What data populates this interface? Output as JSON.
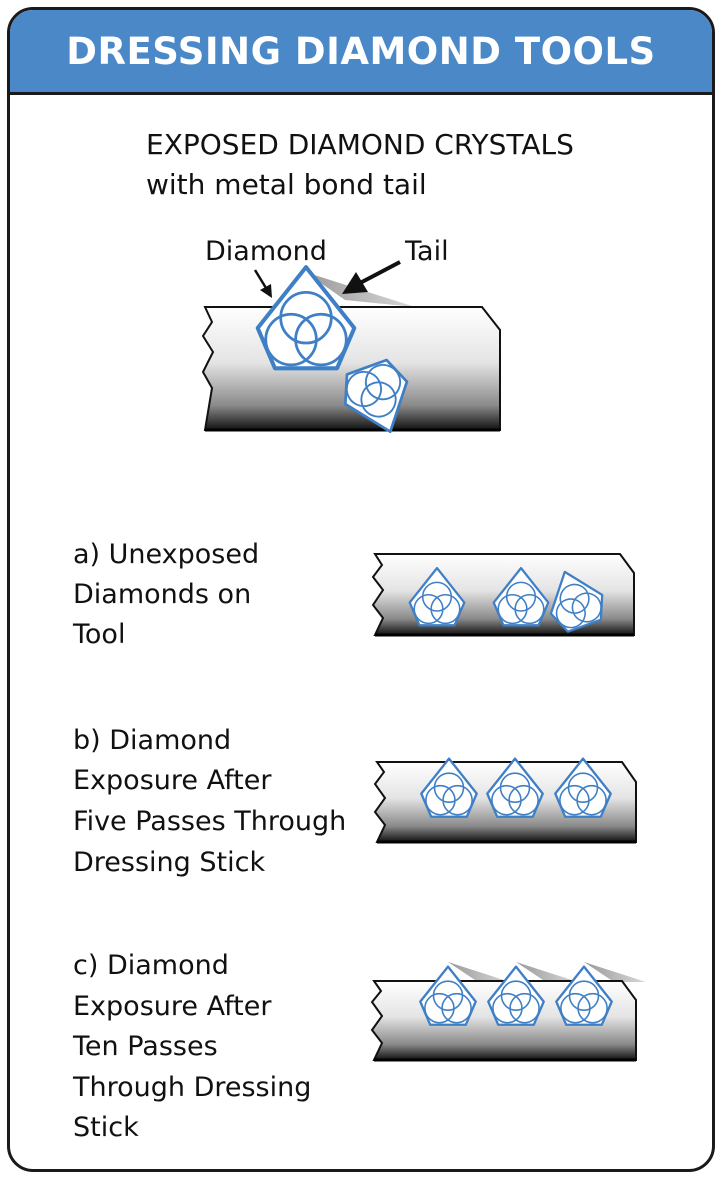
{
  "title": "DRESSING DIAMOND TOOLS",
  "intro": {
    "line1": "EXPOSED DIAMOND CRYSTALS",
    "line2": "with metal bond tail"
  },
  "callouts": {
    "diamond": "Diamond",
    "tail": "Tail"
  },
  "steps": [
    {
      "lines": [
        "a) Unexposed",
        "Diamonds on",
        "Tool"
      ]
    },
    {
      "lines": [
        "b) Diamond",
        "Exposure After",
        "Five Passes Through",
        "Dressing Stick"
      ]
    },
    {
      "lines": [
        "c) Diamond",
        "Exposure After",
        "Ten Passes",
        "Through Dressing",
        "Stick"
      ]
    }
  ],
  "colors": {
    "header": "#4a88c8",
    "diamond_outline": "#3f7fc6",
    "border": "#1a1a1a"
  }
}
